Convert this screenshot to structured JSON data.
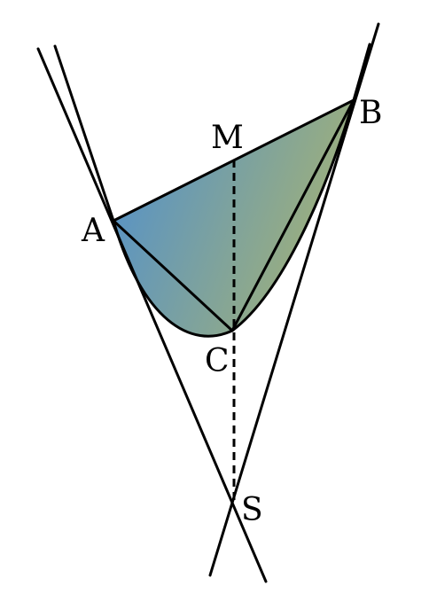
{
  "labels": {
    "A": "A",
    "B": "B",
    "C": "C",
    "M": "M",
    "S": "S"
  },
  "colors": {
    "fill_start": "#4f8fcf",
    "fill_end": "#9fb07a",
    "stroke": "#000000",
    "background": "#ffffff"
  }
}
